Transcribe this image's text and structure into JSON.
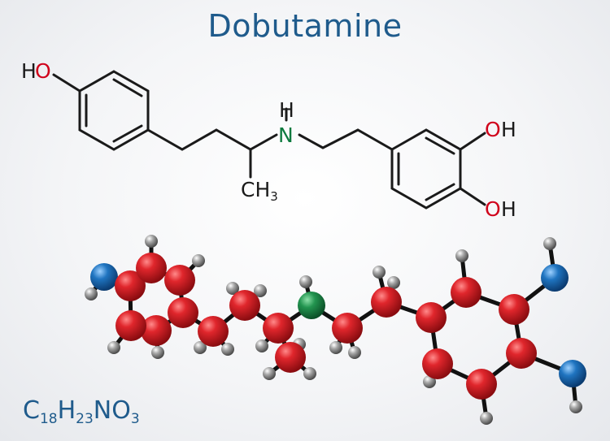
{
  "title": "Dobutamine",
  "structural_formula": {
    "labels": {
      "hydroxyl_left": {
        "h": "H",
        "o": "O"
      },
      "amine": {
        "h": "H",
        "n": "N"
      },
      "methyl": {
        "c": "CH",
        "sub": "3"
      },
      "hydroxyl_top": {
        "o": "O",
        "h": "H"
      },
      "hydroxyl_bottom": {
        "o": "O",
        "h": "H"
      }
    }
  },
  "molecular_formula": {
    "parts": [
      {
        "el": "C",
        "n": "18"
      },
      {
        "el": "H",
        "n": "23"
      },
      {
        "el": "N",
        "n": ""
      },
      {
        "el": "O",
        "n": "3"
      }
    ]
  },
  "colors": {
    "title": "#1f5b8c",
    "bond": "#1a1a1a",
    "oxygen_label": "#d0021b",
    "nitrogen_label": "#0d7a3e",
    "carbon_atom": "#c8161d",
    "hydrogen_atom": "#8a8a8a",
    "nitrogen_atom": "#1f8a4c",
    "oxygen_atom": "#1f6fb5"
  }
}
